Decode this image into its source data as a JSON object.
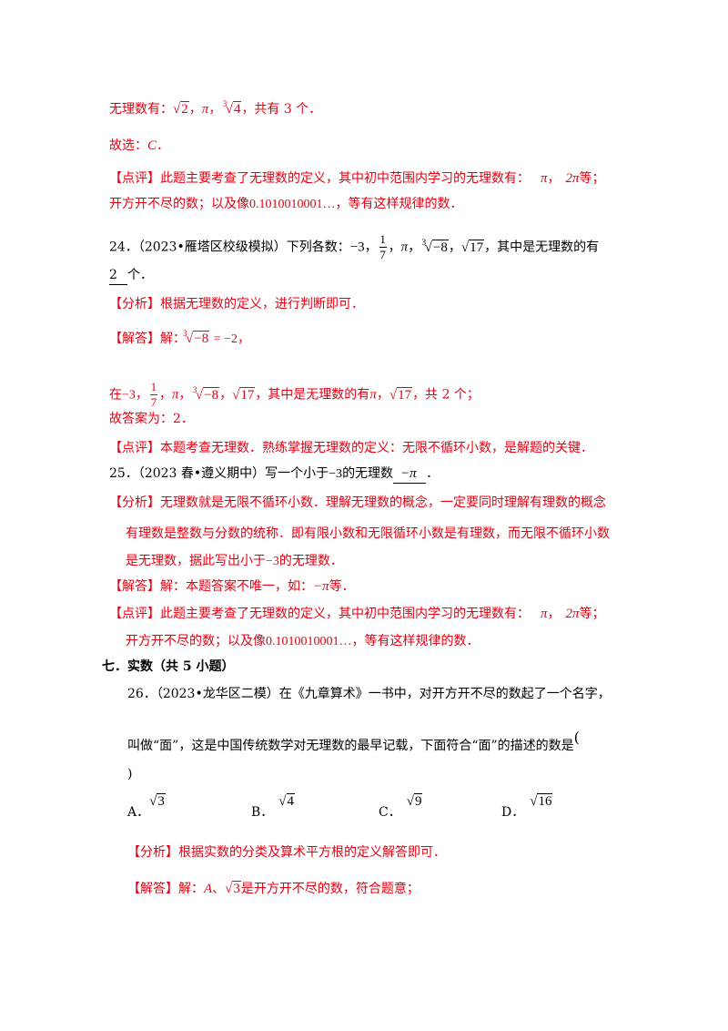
{
  "l1": {
    "a": "无理数有：",
    "r1": "2",
    "sep1": "，",
    "pi": "π",
    "sep2": "，",
    "idx": "3",
    "r2": "4",
    "b": "，共有 3 个．"
  },
  "l2": {
    "a": "故选：",
    "c": "C",
    "b": "．"
  },
  "l3": {
    "a": "【点评】此题主要考查了无理数的定义，其中初中范围内学习的无理数有：",
    "pi": "π",
    "sep": "，",
    "tpi": "2π",
    "b": "等；"
  },
  "l4": {
    "a": "开方开不尽的数；以及像",
    "n": "0.1010010001…",
    "b": "，等有这样规律的数．"
  },
  "q24": {
    "a": "24．（2023•雁塔区校级模拟）下列各数：",
    "m3": "−3",
    "sep": "，",
    "fn": "1",
    "fd": "7",
    "pi": "π",
    "idx": "3",
    "cr": "−8",
    "r17": "17",
    "b": "，其中是无理数的有",
    "ans": "2",
    "c": "个．"
  },
  "a24": {
    "fx": "【分析】根据无理数的定义，进行判断即可．",
    "jd": "【解答】解：",
    "eq": "= −2",
    "eqend": "，",
    "l2a": "在",
    "l2b": "，其中是无理数的有",
    "l2c": "，共 2 个；",
    "gd": "故答案为：2．",
    "dp": "【点评】本题考查无理数．熟练掌握无理数的定义：无限不循环小数，是解题的关键．"
  },
  "q25": {
    "a": "25．（2023 春•遵义期中）写一个小于",
    "m3": "−3",
    "b": "的无理数",
    "ans": "−π",
    "c": "．"
  },
  "a25": {
    "fx1": "【分析】无理数就是无限不循环小数．理解无理数的概念，一定要同时理解有理数的概念",
    "fx2": "有理数是整数与分数的统称．即有限小数和无限循环小数是有理数，而无限不循环小数",
    "fx3a": "是无理数，据此写出小于",
    "fx3b": "的无理数．",
    "jd": "【解答】解：本题答案不唯一，如：",
    "jdm": "−π",
    "jdb": "等．",
    "dp1a": "【点评】此题主要考查了无理数的定义，其中初中范围内学习的无理数有：",
    "dp1b": "等；",
    "dp2a": "开方开不尽的数；以及像",
    "dp2b": "，等有这样规律的数．"
  },
  "sec7": "七．实数（共 5 小题）",
  "q26": {
    "a": "26．（2023•龙华区二模）在《九章算术》一书中，对开方开不尽的数起了一个名字，",
    "b": "叫做“面”，这是中国传统数学对无理数的最早记载，下面符合“面”的描述的数是",
    "lp": "(",
    "rp": ")",
    "options": [
      {
        "label": "A．",
        "val": "3"
      },
      {
        "label": "B．",
        "val": "4"
      },
      {
        "label": "C．",
        "val": "9"
      },
      {
        "label": "D．",
        "val": "16"
      }
    ]
  },
  "a26": {
    "fx": "【分析】根据实数的分类及算术平方根的定义解答即可．",
    "jd": "【解答】解：",
    "A": "A",
    "sep": "、",
    "r": "3",
    "b": "是开方开不尽的数，符合题意；"
  }
}
